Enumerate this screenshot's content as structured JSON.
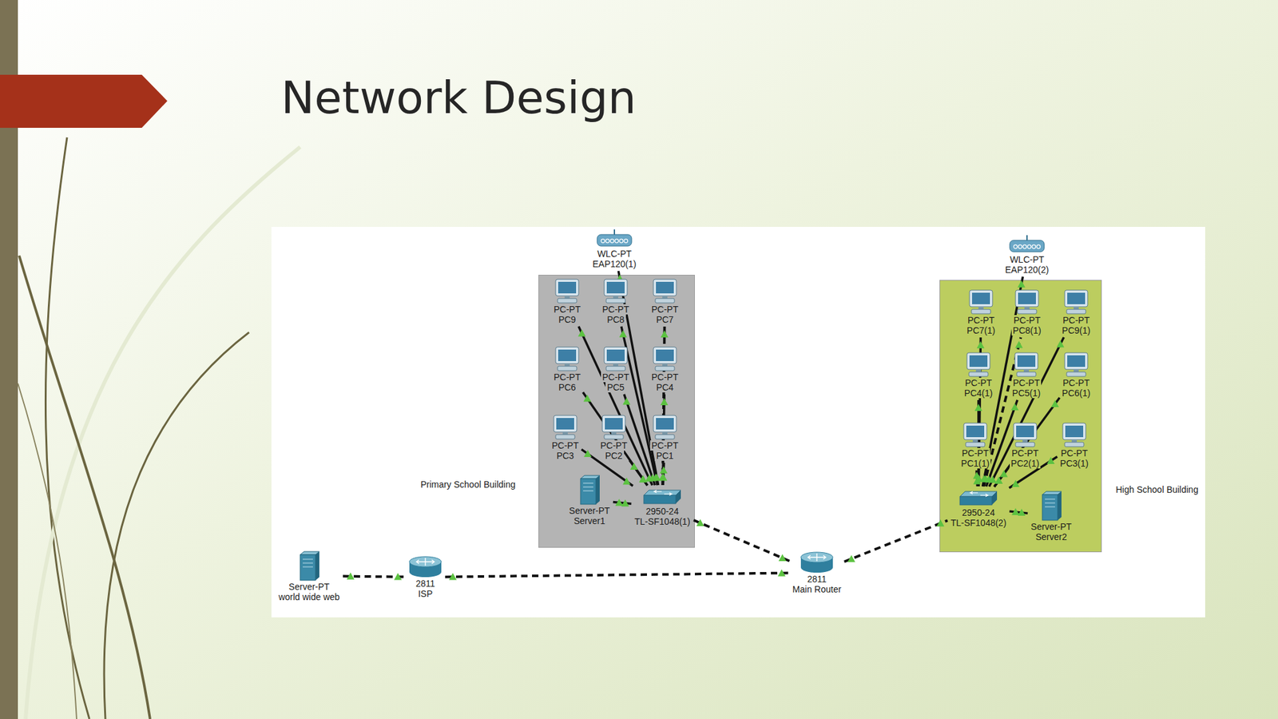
{
  "diagram": {
    "title": "Network Design",
    "nodes": [
      {
        "text": [
          "WLC-PT",
          "EAP120(1)"
        ]
      },
      {
        "text": [
          "WLC-PT",
          "EAP120(2)"
        ]
      },
      {
        "text": [
          "Primary School Building"
        ]
      },
      {
        "text": [
          "PC-PT",
          "PC9"
        ],
        "in": 2
      },
      {
        "text": [
          "PC-PT",
          "PC8"
        ],
        "in": 2
      },
      {
        "text": [
          "PC-PT",
          "PC7"
        ],
        "in": 2
      },
      {
        "text": [
          "PC-PT",
          "PC6"
        ],
        "in": 2
      },
      {
        "text": [
          "PC-PT",
          "PC5"
        ],
        "in": 2
      },
      {
        "text": [
          "PC-PT",
          "PC4"
        ],
        "in": 2
      },
      {
        "text": [
          "PC-PT",
          "PC3"
        ],
        "in": 2
      },
      {
        "text": [
          "PC-PT",
          "PC2"
        ],
        "in": 2
      },
      {
        "text": [
          "PC-PT",
          "PC1"
        ],
        "in": 2
      },
      {
        "text": [
          "Server-PT",
          "Server1"
        ],
        "in": 2
      },
      {
        "text": [
          "2950-24",
          "TL-SF1048(1)"
        ],
        "in": 2
      },
      {
        "text": [
          "High School Building"
        ]
      },
      {
        "text": [
          "PC-PT",
          "PC7(1)"
        ],
        "in": 14
      },
      {
        "text": [
          "PC-PT",
          "PC8(1)"
        ],
        "in": 14
      },
      {
        "text": [
          "PC-PT",
          "PC9(1)"
        ],
        "in": 14
      },
      {
        "text": [
          "PC-PT",
          "PC4(1)"
        ],
        "in": 14
      },
      {
        "text": [
          "PC-PT",
          "PC5(1)"
        ],
        "in": 14
      },
      {
        "text": [
          "PC-PT",
          "PC6(1)"
        ],
        "in": 14
      },
      {
        "text": [
          "PC-PT",
          "PC1(1)"
        ],
        "in": 14
      },
      {
        "text": [
          "PC-PT",
          "PC2(1)"
        ],
        "in": 14
      },
      {
        "text": [
          "PC-PT",
          "PC3(1)"
        ],
        "in": 14
      },
      {
        "text": [
          "2950-24",
          "TL-SF1048(2)"
        ],
        "in": 14
      },
      {
        "text": [
          "Server-PT",
          "Server2"
        ],
        "in": 14
      },
      {
        "text": [
          "Server-PT",
          "world wide web"
        ]
      },
      {
        "text": [
          "2811",
          "ISP"
        ]
      },
      {
        "text": [
          "2811",
          "Main Router"
        ]
      }
    ],
    "edges": [
      {
        "from": 26,
        "to": 27,
        "arrow": "none"
      },
      {
        "from": 27,
        "to": 28,
        "arrow": "none"
      },
      {
        "from": 28,
        "to": 13,
        "arrow": "none"
      },
      {
        "from": 28,
        "to": 24,
        "arrow": "none"
      },
      {
        "from": 13,
        "to": 0,
        "arrow": "none"
      },
      {
        "from": 13,
        "to": 3,
        "arrow": "none"
      },
      {
        "from": 13,
        "to": 4,
        "arrow": "none"
      },
      {
        "from": 13,
        "to": 5,
        "arrow": "none"
      },
      {
        "from": 13,
        "to": 6,
        "arrow": "none"
      },
      {
        "from": 13,
        "to": 7,
        "arrow": "none"
      },
      {
        "from": 13,
        "to": 8,
        "arrow": "none"
      },
      {
        "from": 13,
        "to": 9,
        "arrow": "none"
      },
      {
        "from": 13,
        "to": 10,
        "arrow": "none"
      },
      {
        "from": 13,
        "to": 11,
        "arrow": "none"
      },
      {
        "from": 13,
        "to": 12,
        "arrow": "none"
      },
      {
        "from": 24,
        "to": 1,
        "arrow": "none"
      },
      {
        "from": 24,
        "to": 15,
        "arrow": "none"
      },
      {
        "from": 24,
        "to": 16,
        "arrow": "none"
      },
      {
        "from": 24,
        "to": 17,
        "arrow": "none"
      },
      {
        "from": 24,
        "to": 18,
        "arrow": "none"
      },
      {
        "from": 24,
        "to": 19,
        "arrow": "none"
      },
      {
        "from": 24,
        "to": 20,
        "arrow": "none"
      },
      {
        "from": 24,
        "to": 21,
        "arrow": "none"
      },
      {
        "from": 24,
        "to": 22,
        "arrow": "none"
      },
      {
        "from": 24,
        "to": 23,
        "arrow": "none"
      },
      {
        "from": 24,
        "to": 25,
        "arrow": "none"
      }
    ]
  }
}
